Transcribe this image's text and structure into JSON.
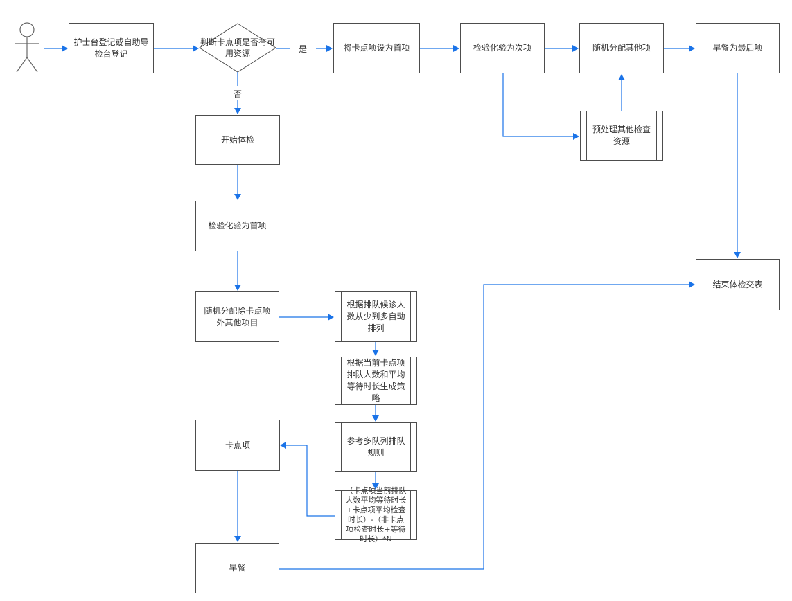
{
  "colors": {
    "arrow": "#1a73e8",
    "border": "#4d4d4d",
    "text": "#333333"
  },
  "icons": {
    "actor": "stick-figure-actor-icon"
  },
  "nodes": {
    "register": "护士台登记或自助导检台登记",
    "decision": "判断卡点项是否有可用资源",
    "set_first": "将卡点项设为首项",
    "lab_second": "检验化验为次项",
    "random_other": "随机分配其他项",
    "breakfast_last": "早餐为最后项",
    "preprocess": "预处理其他检查资源",
    "start_exam": "开始体检",
    "lab_first": "检验化验为首项",
    "random_except": "随机分配除卡点项外其他项目",
    "sort_queue": "根据排队候诊人数从少到多自动排列",
    "strategy": "根据当前卡点项排队人数和平均等待时长生成策略",
    "multi_queue": "参考多队列排队规则",
    "formula": "（卡点项当前排队人数平均等待时长+卡点项平均检查时长）-（非卡点项检查时长+等待时长）*N",
    "checkpoint": "卡点项",
    "breakfast": "早餐",
    "end_exam": "结束体检交表"
  },
  "labels": {
    "yes": "是",
    "no": "否"
  }
}
